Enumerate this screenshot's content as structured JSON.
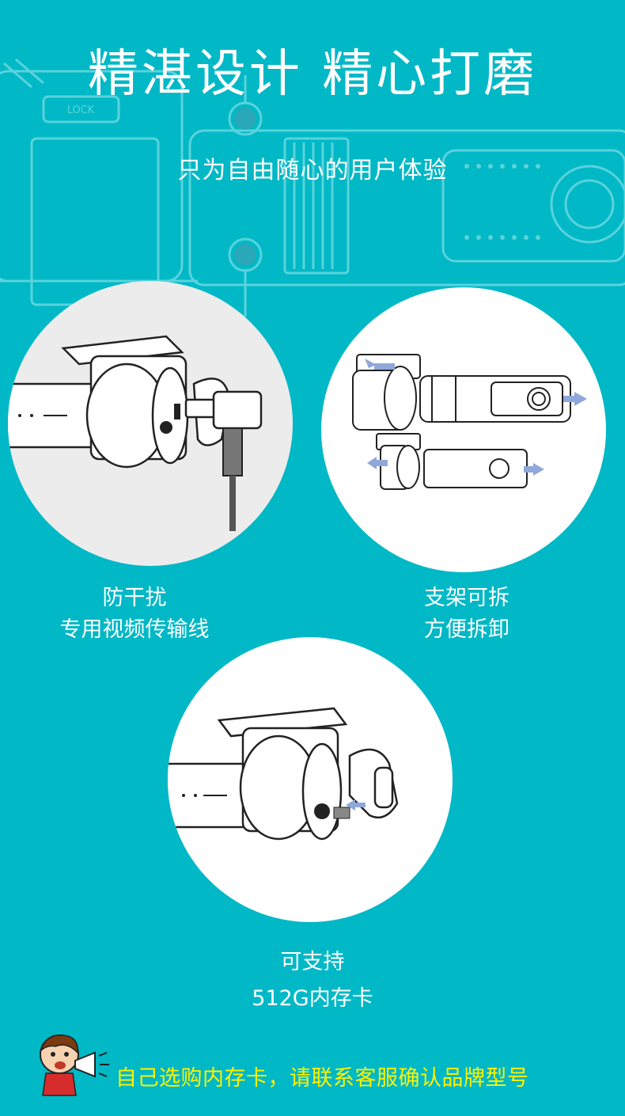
{
  "header": {
    "title": "精湛设计 精心打磨",
    "subtitle": "只为自由随心的用户体验",
    "lock_label": "LOCK"
  },
  "features": [
    {
      "line1": "防干扰",
      "line2": "专用视频传输线",
      "icon": "cable-port-illustration"
    },
    {
      "line1": "支架可拆",
      "line2": "方便拆卸",
      "icon": "detachable-mount-illustration"
    },
    {
      "line1": "可支持",
      "line2": "512G内存卡",
      "icon": "memory-card-slot-illustration"
    }
  ],
  "footer": {
    "note": "自己选购内存卡，请联系客服确认品牌型号",
    "mascot_icon": "megaphone-mascot-icon"
  },
  "colors": {
    "background": "#00b8c6",
    "accent_yellow": "#fff200",
    "line": "#5ad3dc",
    "arrow": "#8fa8d9"
  }
}
